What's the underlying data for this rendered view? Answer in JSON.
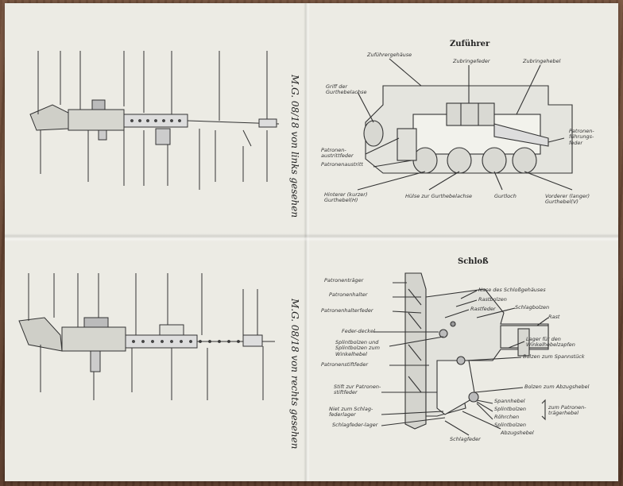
{
  "left_top": {
    "title": "M.G. 08/18 von links gesehen",
    "labels": []
  },
  "left_bottom": {
    "title": "M.G. 08/18 von rechts gesehen",
    "labels": []
  },
  "zufuehrer": {
    "title": "Zuführer",
    "labels": {
      "zufuehrergehaeuse": "Zuführergehäuse",
      "zubringefeder": "Zubringefeder",
      "zubringehebel": "Zubringehebel",
      "griff": "Griff der Gurthebelachse",
      "patronenfuehrungsfeder": "Patronen-führungs-feder",
      "patronenaustrittfeder": "Patronen-austrittfeder",
      "patronenaustritt": "Patronenaustritt",
      "hinterer": "Hinterer (kurzer) Gurthebel(H)",
      "huelse": "Hülse zur Gurthebelachse",
      "gurtloch": "Gurtloch",
      "vorderer": "Vorderer (langer) Gurthebel(V)"
    }
  },
  "schloss": {
    "title": "Schloß",
    "labels": {
      "patronentraeger": "Patronenträger",
      "patronenhalter": "Patronenhalter",
      "patronenhalterfeder": "Patronenhalterfeder",
      "nase": "Nase des Schloßgehäuses",
      "rastbolzen": "Rastbolzen",
      "rastfeder": "Rastfeder",
      "schlagbolzen": "Schlagbolzen",
      "rast": "Rast",
      "federdeckel": "Feder-deckel",
      "splintbolzen": "Splintbolzen und Splintbolzen zum Winkelhebel",
      "patronenstiftfeder": "Patronenstiftfeder",
      "lager": "Lager für den Winkelhebelzapfen",
      "bolzen_spannstueck": "Bolzen zum Spannstück",
      "bolzen_abzug": "Bolzen zum Abzugshebel",
      "stift": "Stift zur Patronen-stiftfeder",
      "spannhebel": "Spannhebel",
      "splintbolzen2": "Splintbolzen",
      "roehrchen": "Röhrchen",
      "splintbolzen3": "Splintbolzen",
      "zum": "zum Patronen-trägerhebel",
      "niet": "Niet zum Schlag-federlager",
      "schlagfederlager": "Schlagfeder-lager",
      "abzugshebel": "Abzugshebel",
      "schlagfeder": "Schlagfeder"
    }
  }
}
